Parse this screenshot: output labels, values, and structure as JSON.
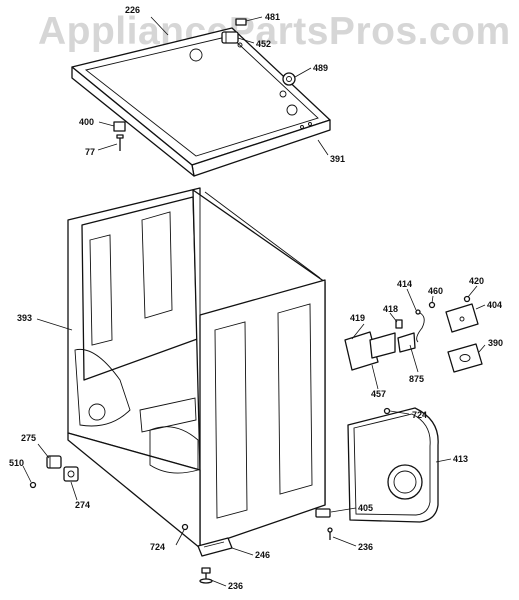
{
  "watermark": "AppliancePartsPros.com",
  "colors": {
    "line": "#111111",
    "watermark": "#d6d6d6",
    "background": "#ffffff"
  },
  "callouts": {
    "p226": "226",
    "p481": "481",
    "p452": "452",
    "p489": "489",
    "p400": "400",
    "p77": "77",
    "p391": "391",
    "p393": "393",
    "p414": "414",
    "p460": "460",
    "p420": "420",
    "p404": "404",
    "p419": "419",
    "p418": "418",
    "p390": "390",
    "p875": "875",
    "p457": "457",
    "p724a": "724",
    "p413": "413",
    "p275": "275",
    "p510": "510",
    "p274": "274",
    "p405": "405",
    "p236a": "236",
    "p724b": "724",
    "p246": "246",
    "p236b": "236"
  }
}
